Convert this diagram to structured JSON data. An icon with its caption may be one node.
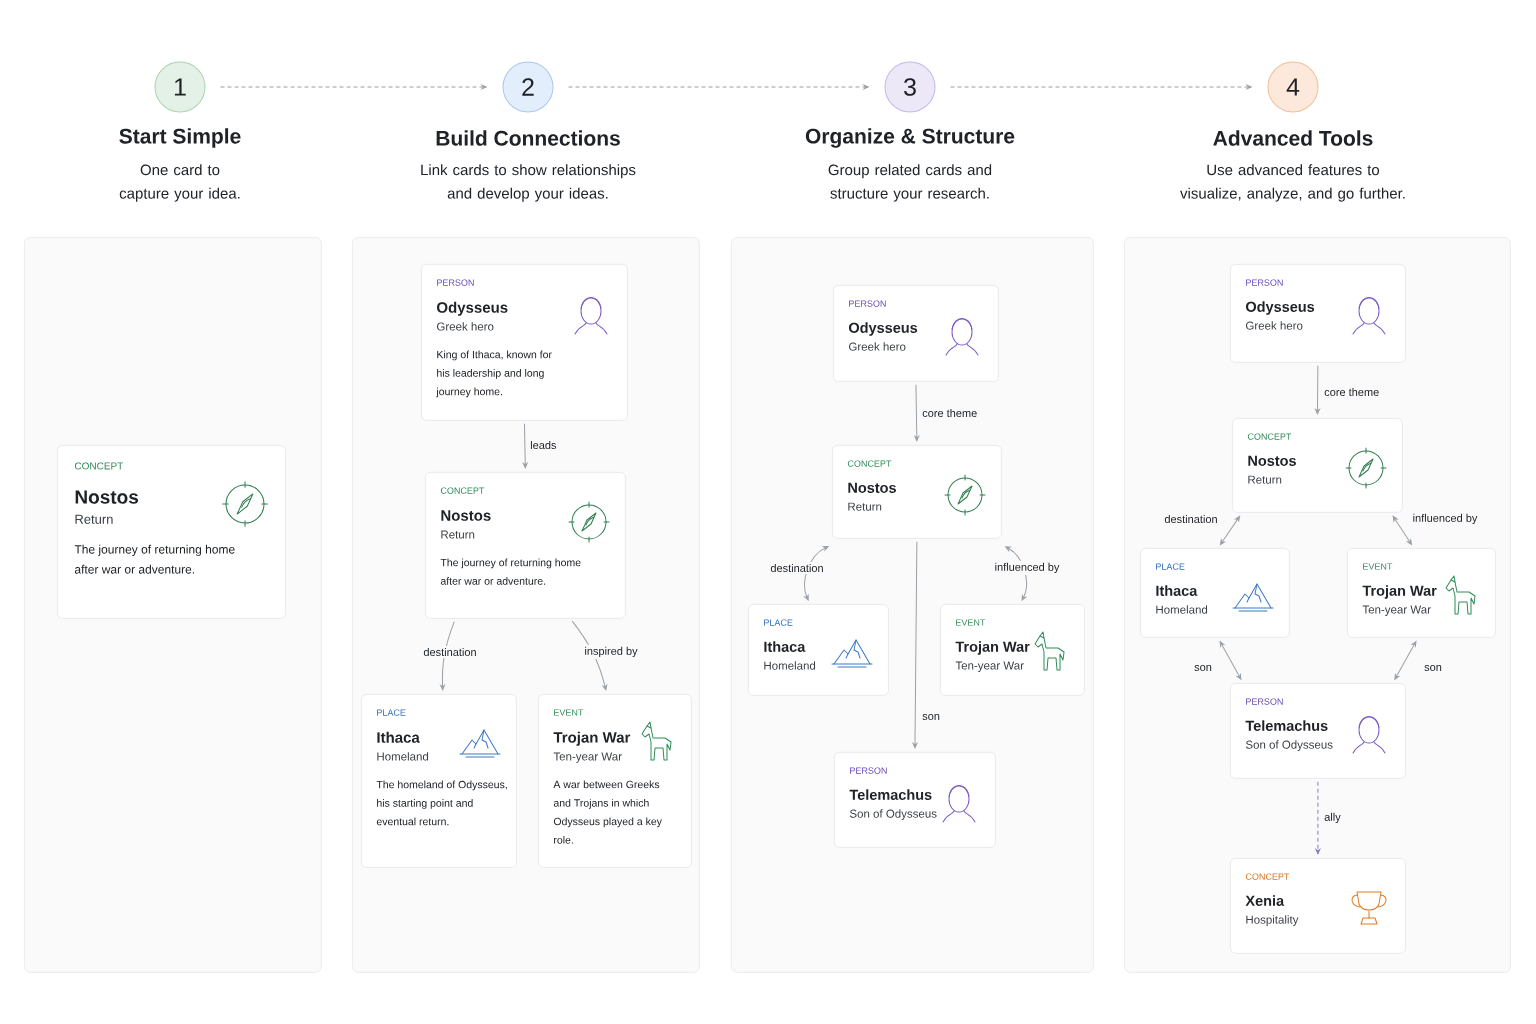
{
  "diagram": {
    "nodes": [
      {
        "text": [
          "1"
        ],
        "beside": [
          "Start Simple",
          "One card to capture your idea."
        ]
      },
      {
        "text": [
          "2"
        ],
        "beside": [
          "Build Connections",
          "Link cards to show relationships and develop your ideas."
        ]
      },
      {
        "text": [
          "3"
        ],
        "beside": [
          "Organize & Structure",
          "Group related cards and structure your research."
        ]
      },
      {
        "text": [
          "4"
        ],
        "beside": [
          "Advanced Tools",
          "Use advanced features to visualize, analyze, and go further."
        ]
      },
      {
        "text": [],
        "shape": "box"
      },
      {
        "text": [],
        "shape": "box"
      },
      {
        "text": [],
        "shape": "box"
      },
      {
        "text": [],
        "shape": "box"
      },
      {
        "text": [
          "CONCEPT",
          "Nostos",
          "Return",
          "The journey of returning home after war or adventure."
        ],
        "in": 4
      },
      {
        "text": [
          "PERSON",
          "Odysseus",
          "Greek hero",
          "King of Ithaca, known for his leadership and long journey home."
        ],
        "in": 5
      },
      {
        "text": [
          "CONCEPT",
          "Nostos",
          "Return",
          "The journey of returning home after war or adventure."
        ],
        "in": 5
      },
      {
        "text": [
          "PLACE",
          "Ithaca",
          "Homeland",
          "The homeland of Odysseus, his starting point and eventual return."
        ],
        "in": 5
      },
      {
        "text": [
          "EVENT",
          "Trojan War",
          "Ten-year War",
          "A war between Greeks and Trojans in which Odysseus played a key role."
        ],
        "in": 5
      },
      {
        "text": [
          "PERSON",
          "Odysseus",
          "Greek hero"
        ],
        "in": 6
      },
      {
        "text": [
          "CONCEPT",
          "Nostos",
          "Return"
        ],
        "in": 6
      },
      {
        "text": [
          "PLACE",
          "Ithaca",
          "Homeland"
        ],
        "in": 6
      },
      {
        "text": [
          "EVENT",
          "Trojan War",
          "Ten-year War"
        ],
        "in": 6
      },
      {
        "text": [
          "PERSON",
          "Telemachus",
          "Son of Odysseus"
        ],
        "in": 6
      },
      {
        "text": [
          "PERSON",
          "Odysseus",
          "Greek hero"
        ],
        "in": 7
      },
      {
        "text": [
          "CONCEPT",
          "Nostos",
          "Return"
        ],
        "in": 7
      },
      {
        "text": [
          "PLACE",
          "Ithaca",
          "Homeland"
        ],
        "in": 7
      },
      {
        "text": [
          "EVENT",
          "Trojan War",
          "Ten-year War"
        ],
        "in": 7
      },
      {
        "text": [
          "PERSON",
          "Telemachus",
          "Son of Odysseus"
        ],
        "in": 7
      },
      {
        "text": [
          "CONCEPT",
          "Xenia",
          "Hospitality"
        ],
        "in": 7
      }
    ],
    "edges": [
      {
        "from": 0,
        "to": 1,
        "arrow": "to",
        "style": "dashed"
      },
      {
        "from": 1,
        "to": 2,
        "arrow": "to",
        "style": "dashed"
      },
      {
        "from": 2,
        "to": 3,
        "arrow": "to",
        "style": "dashed"
      },
      {
        "from": 9,
        "to": 10,
        "arrow": "to",
        "label": "leads"
      },
      {
        "from": 10,
        "to": 11,
        "arrow": "to",
        "label": "destination"
      },
      {
        "from": 10,
        "to": 12,
        "arrow": "to",
        "label": "inspired by"
      },
      {
        "from": 13,
        "to": 14,
        "arrow": "to",
        "label": "core theme"
      },
      {
        "from": 14,
        "to": 15,
        "arrow": "both",
        "label": "destination"
      },
      {
        "from": 14,
        "to": 16,
        "arrow": "both",
        "label": "influenced by"
      },
      {
        "from": 14,
        "to": 17,
        "arrow": "to",
        "label": "son"
      },
      {
        "from": 18,
        "to": 19,
        "arrow": "to",
        "label": "core theme"
      },
      {
        "from": 19,
        "to": 20,
        "arrow": "both",
        "label": "destination"
      },
      {
        "from": 19,
        "to": 21,
        "arrow": "both",
        "label": "influenced by"
      },
      {
        "from": 20,
        "to": 22,
        "arrow": "both",
        "label": "son"
      },
      {
        "from": 21,
        "to": 22,
        "arrow": "both",
        "label": "son"
      },
      {
        "from": 22,
        "to": 23,
        "arrow": "to",
        "label": "ally",
        "style": "dashed",
        "color": "#8a7cc8"
      }
    ]
  }
}
